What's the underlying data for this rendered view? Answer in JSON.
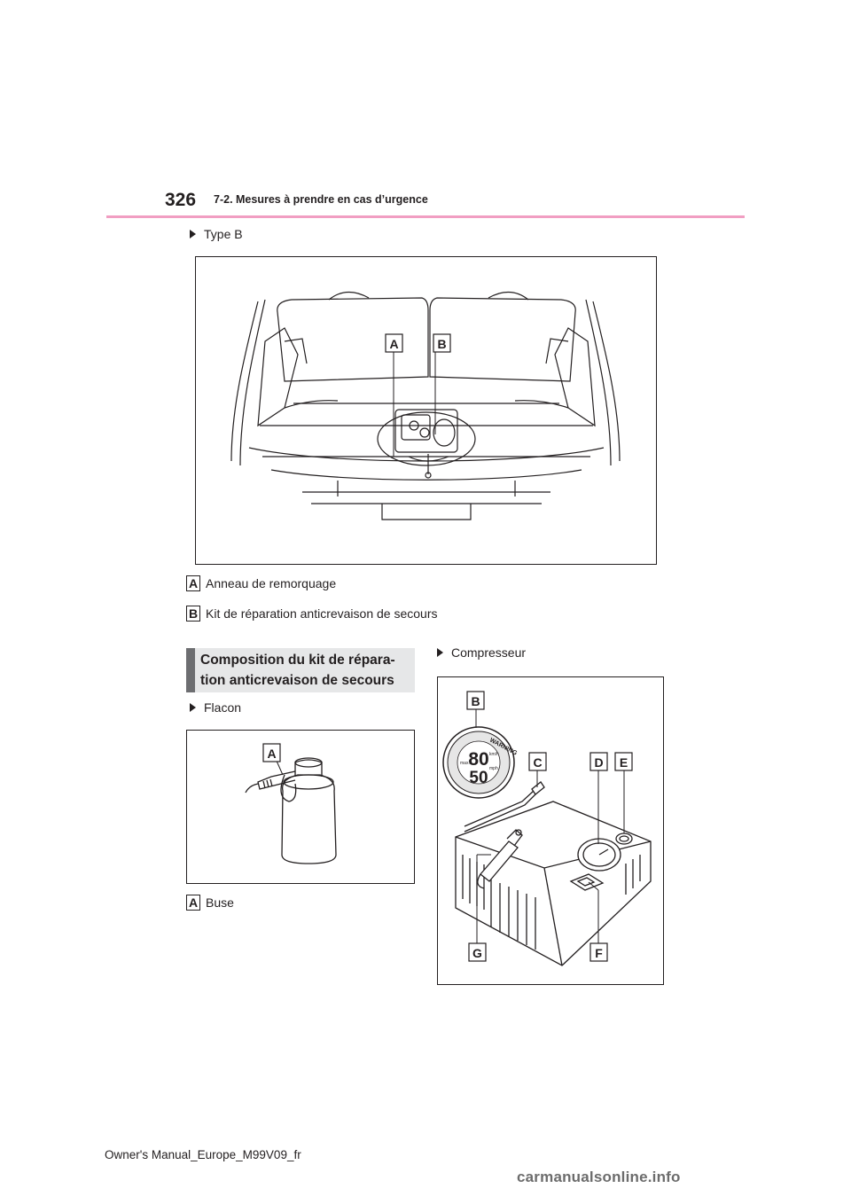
{
  "header": {
    "page_number": "326",
    "section_title": "7-2. Mesures à prendre en cas d’urgence"
  },
  "type_b": {
    "label": "Type B",
    "figure_callouts": [
      "A",
      "B"
    ],
    "legend": [
      {
        "letter": "A",
        "text": "Anneau de remorquage"
      },
      {
        "letter": "B",
        "text": "Kit de réparation anticrevaison de secours"
      }
    ]
  },
  "composition": {
    "heading_line1": "Composition du kit de répara-",
    "heading_line2": "tion anticrevaison de secours"
  },
  "flacon": {
    "label": "Flacon",
    "figure_callouts": [
      "A"
    ],
    "legend": [
      {
        "letter": "A",
        "text": "Buse"
      }
    ]
  },
  "compresseur": {
    "label": "Compresseur",
    "figure_callouts": [
      "B",
      "C",
      "D",
      "E",
      "F",
      "G"
    ],
    "warning_label": {
      "title": "WARNING",
      "speed_top": "80",
      "speed_bottom": "50",
      "unit_top": "km/h",
      "unit_bottom": "mph",
      "max": "max."
    }
  },
  "footer": {
    "manual_name": "Owner's Manual_Europe_M99V09_fr",
    "watermark": "carmanualsonline.info"
  }
}
